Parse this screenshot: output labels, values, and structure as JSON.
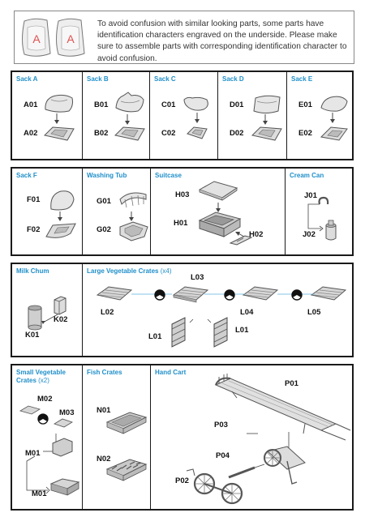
{
  "notice": {
    "text": "To avoid confusion with similar looking parts, some parts have identification characters engraved on the underside.  Please make sure to assemble parts with corresponding identification character to avoid confusion.",
    "engraving_char": "A",
    "accent_color": "#e05050"
  },
  "title_color": "#1f8fc9",
  "row1": {
    "sack_a": {
      "title": "Sack A",
      "top": "A01",
      "bottom": "A02"
    },
    "sack_b": {
      "title": "Sack B",
      "top": "B01",
      "bottom": "B02"
    },
    "sack_c": {
      "title": "Sack C",
      "top": "C01",
      "bottom": "C02"
    },
    "sack_d": {
      "title": "Sack D",
      "top": "D01",
      "bottom": "D02"
    },
    "sack_e": {
      "title": "Sack E",
      "top": "E01",
      "bottom": "E02"
    }
  },
  "row2": {
    "sack_f": {
      "title": "Sack F",
      "top": "F01",
      "bottom": "F02"
    },
    "washing_tub": {
      "title": "Washing Tub",
      "top": "G01",
      "bottom": "G02"
    },
    "suitcase": {
      "title": "Suitcase",
      "a": "H03",
      "b": "H01",
      "c": "H02"
    },
    "cream_can": {
      "title": "Cream Can",
      "top": "J01",
      "bottom": "J02"
    }
  },
  "row3": {
    "milk_chum": {
      "title": "Milk Chum",
      "top": "K02",
      "bottom": "K01"
    },
    "veg_crates": {
      "title": "Large Vegetable Crates",
      "count": "(x4)",
      "l03": "L03",
      "l02": "L02",
      "l04": "L04",
      "l05": "L05",
      "l01a": "L01",
      "l01b": "L01"
    }
  },
  "row4": {
    "small_crates": {
      "title1": "Small Vegetable",
      "title2": "Crates",
      "count": "(x2)",
      "m02": "M02",
      "m03": "M03",
      "m01a": "M01",
      "m01b": "M01"
    },
    "fish_crates": {
      "title": "Fish Crates",
      "top": "N01",
      "bottom": "N02"
    },
    "hand_cart": {
      "title": "Hand Cart",
      "p01": "P01",
      "p03": "P03",
      "p04": "P04",
      "p02": "P02"
    }
  }
}
